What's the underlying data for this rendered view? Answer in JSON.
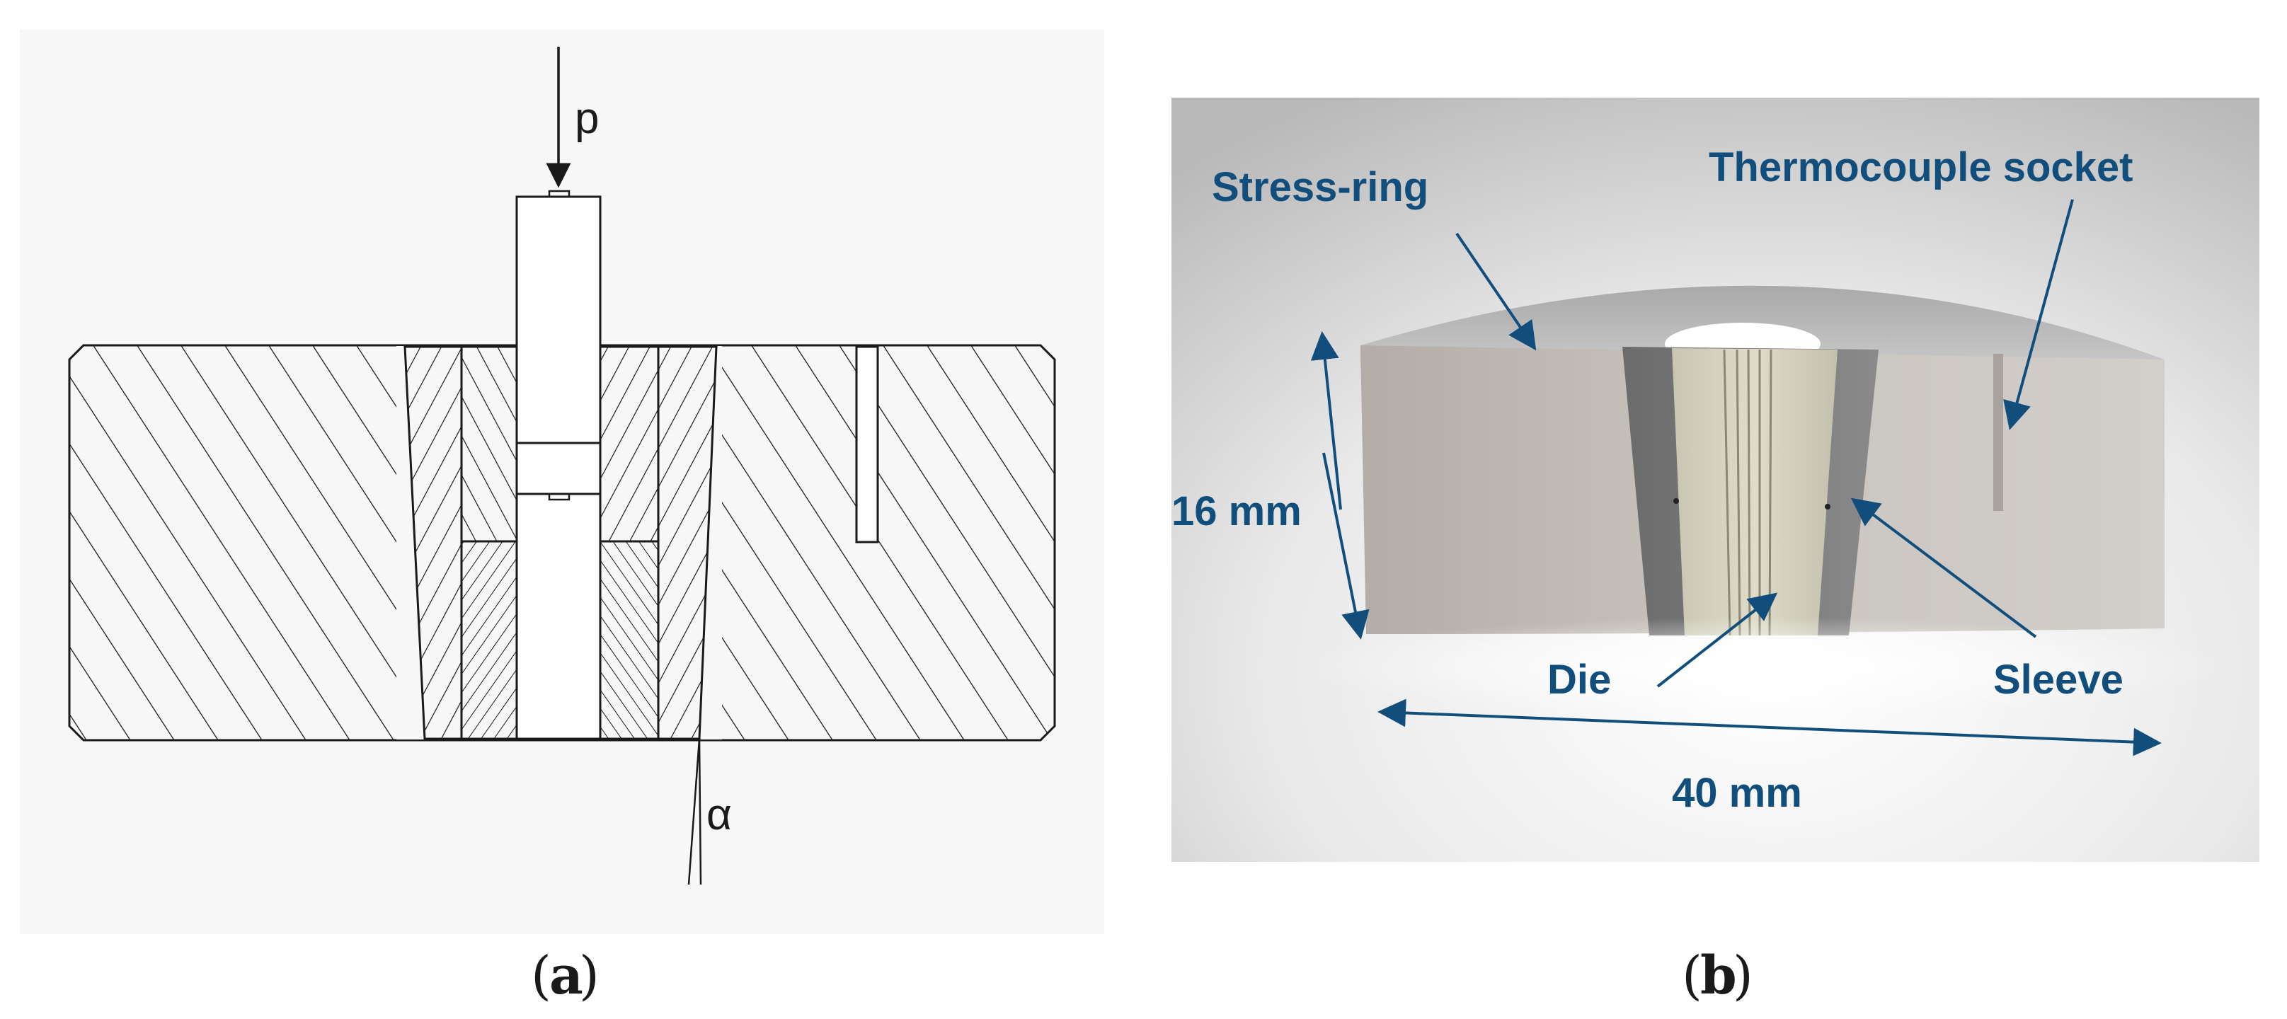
{
  "panel_a": {
    "force_label": "p",
    "angle_label": "α",
    "caption_letter": "a"
  },
  "panel_b": {
    "labels": {
      "stress_ring": "Stress-ring",
      "thermocouple": "Thermocouple socket",
      "height": "16 mm",
      "die": "Die",
      "sleeve": "Sleeve",
      "width": "40 mm"
    },
    "caption_letter": "b"
  },
  "colors": {
    "label_blue": "#124e7c",
    "line": "#1a1a1a",
    "panel_bg": "#f7f7f7"
  }
}
